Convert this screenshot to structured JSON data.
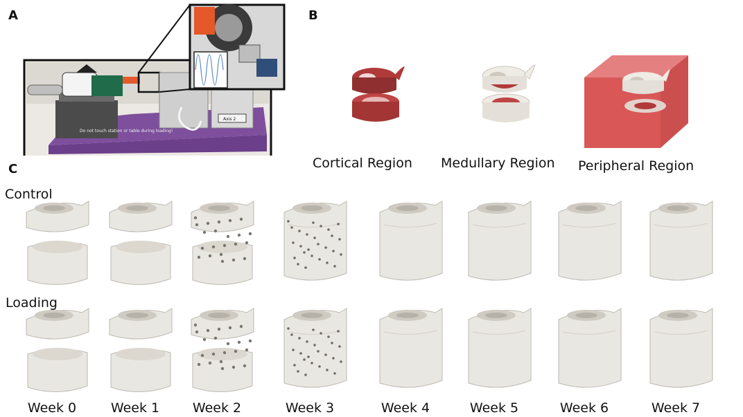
{
  "panels": {
    "a": "A",
    "b": "B",
    "c": "C"
  },
  "photo": {
    "sign_text": "Do not touch station or table during loading!",
    "axis_label": "Axis 2",
    "inset_icon": "sine-wave-icon",
    "colors": {
      "base": "#6b3f8a",
      "frame": "#111111"
    }
  },
  "regions": [
    {
      "label": "Cortical Region"
    },
    {
      "label": "Medullary Region"
    },
    {
      "label": "Peripheral Region"
    }
  ],
  "region_colors": {
    "bone_red": "#b03a3a",
    "bone_white": "#efece6",
    "box_red": "#d23a3a"
  },
  "rows": {
    "control": "Control",
    "loading": "Loading"
  },
  "weeks": [
    "Week 0",
    "Week 1",
    "Week 2",
    "Week 3",
    "Week 4",
    "Week 5",
    "Week 6",
    "Week 7"
  ],
  "bone_color": "#e9e7e1"
}
